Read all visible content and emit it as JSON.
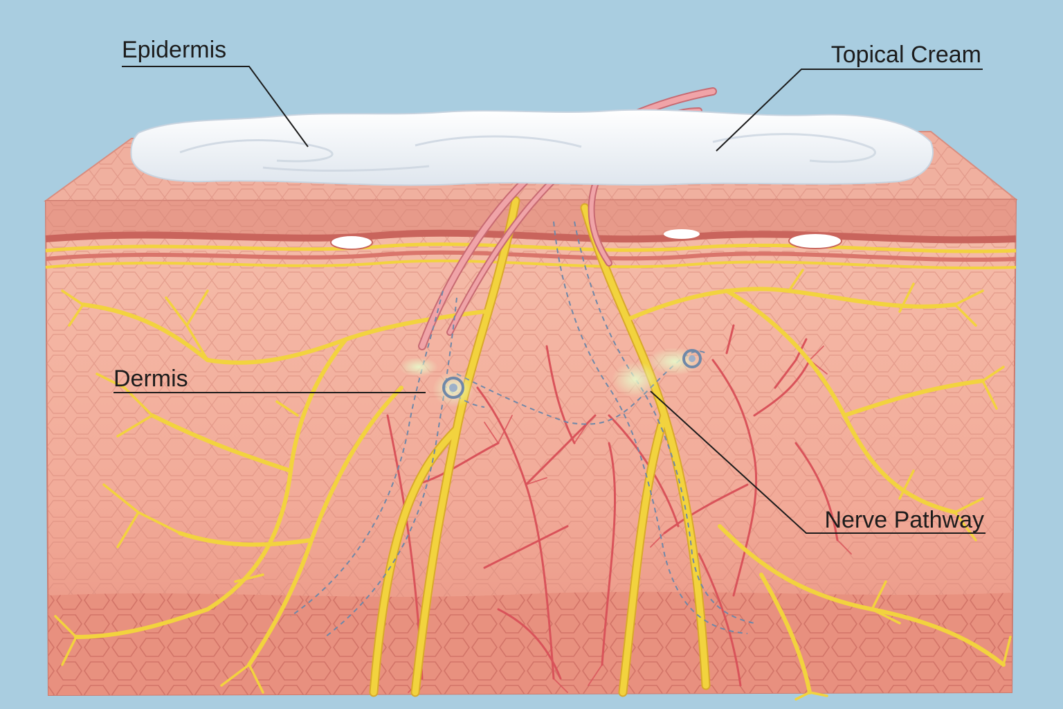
{
  "labels": {
    "epidermis": "Epidermis",
    "topical_cream": "Topical Cream",
    "dermis": "Dermis",
    "nerve_pathway": "Nerve Pathway"
  },
  "colors": {
    "background": "#a9cde0",
    "cream": "#f4f7fa",
    "skin_light": "#f4b7a6",
    "skin_mid": "#eea08f",
    "skin_deep": "#e3897a",
    "stratum_band": "#d9756b",
    "nerve": "#f2d33e",
    "nerve_outline": "#d8a92a",
    "vessel": "#d9535a",
    "hair": "#e88a8f",
    "pathway_dash": "#6f88a8",
    "label_line": "#1c1c1c"
  },
  "icons": [
    "nerve-receptor-icon",
    "hair-strand-icon"
  ]
}
